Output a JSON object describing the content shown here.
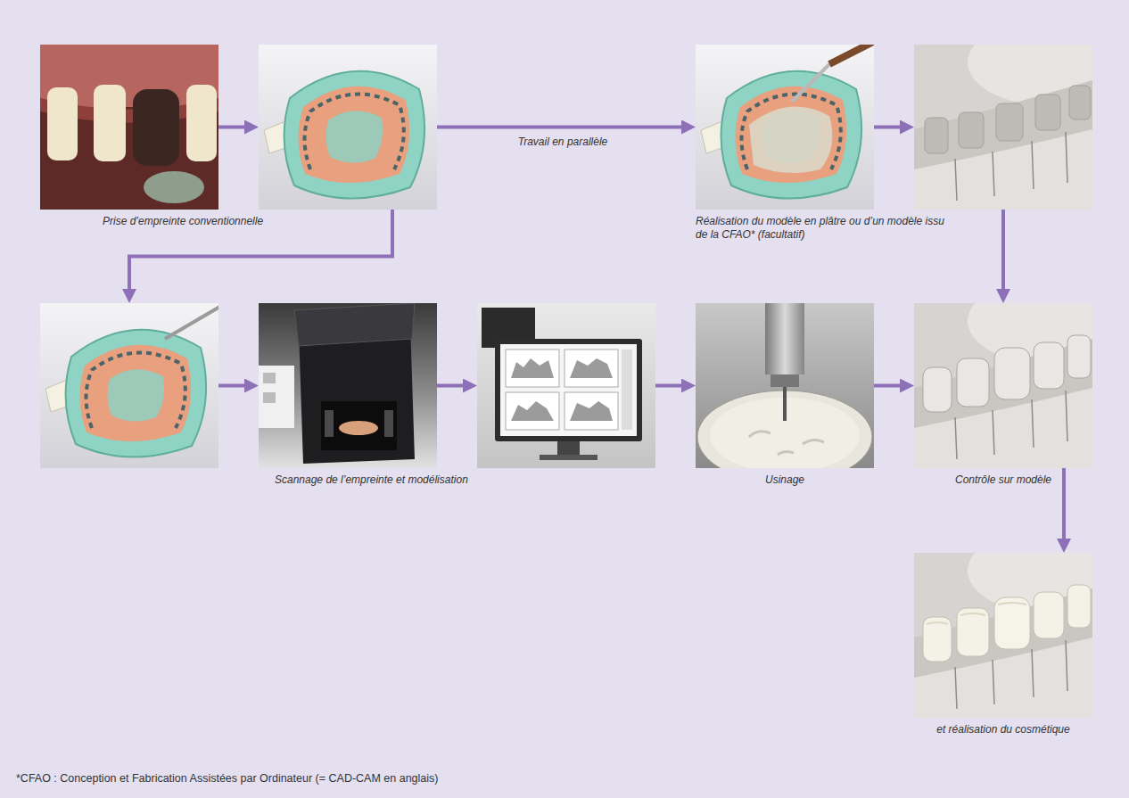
{
  "diagram": {
    "nodes": [
      {
        "text": [
          "Prise d’empreinte conventionnelle"
        ]
      },
      {
        "text": []
      },
      {
        "text": [
          "Réalisation du modèle en plâtre ou d’un modèle issu de la CFAO* (facultatif)"
        ]
      },
      {
        "text": []
      },
      {
        "text": []
      },
      {
        "text": [
          "Scannage de l’empreinte et modélisation"
        ]
      },
      {
        "text": []
      },
      {
        "text": [
          "Usinage"
        ]
      },
      {
        "text": [
          "Contrôle sur modèle"
        ]
      },
      {
        "text": [
          "et réalisation du cosmétique"
        ]
      }
    ],
    "edges": [
      {
        "from": 0,
        "to": 1,
        "arrow": "to"
      },
      {
        "from": 1,
        "to": 2,
        "label": "Travail en parallèle",
        "arrow": "to"
      },
      {
        "from": 2,
        "to": 3,
        "arrow": "to"
      },
      {
        "from": 3,
        "to": 8,
        "arrow": "to"
      },
      {
        "from": 1,
        "to": 4,
        "arrow": "to"
      },
      {
        "from": 4,
        "to": 5,
        "arrow": "to"
      },
      {
        "from": 5,
        "to": 6,
        "arrow": "to"
      },
      {
        "from": 6,
        "to": 7,
        "arrow": "to"
      },
      {
        "from": 7,
        "to": 8,
        "arrow": "to"
      },
      {
        "from": 8,
        "to": 9,
        "arrow": "to"
      }
    ],
    "labels": [
      "*CFAO : Conception et Fabrication Assistées par Ordinateur (= CAD-CAM en anglais)"
    ]
  }
}
